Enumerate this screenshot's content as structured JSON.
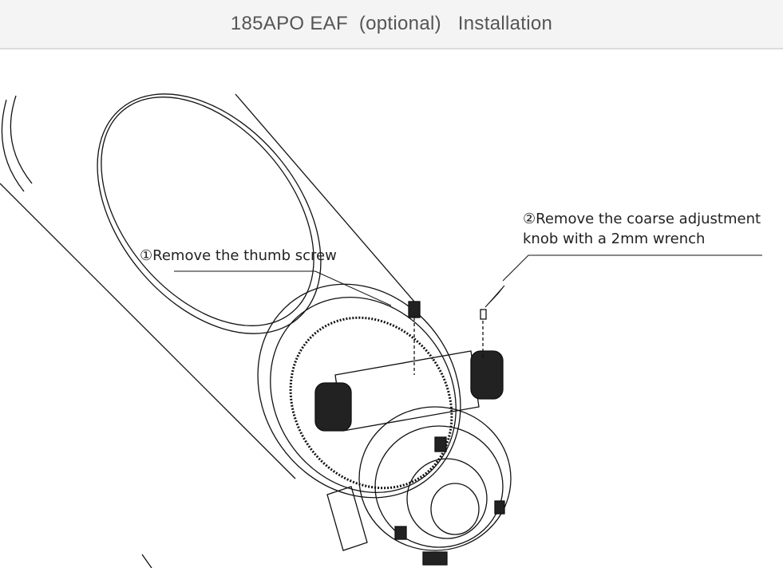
{
  "header": {
    "title": "185APO EAF  (optional)   Installation"
  },
  "callouts": [
    {
      "text": "①Remove the thumb screw"
    },
    {
      "line1": "②Remove the coarse adjustment",
      "line2": "knob with a 2mm wrench"
    }
  ]
}
